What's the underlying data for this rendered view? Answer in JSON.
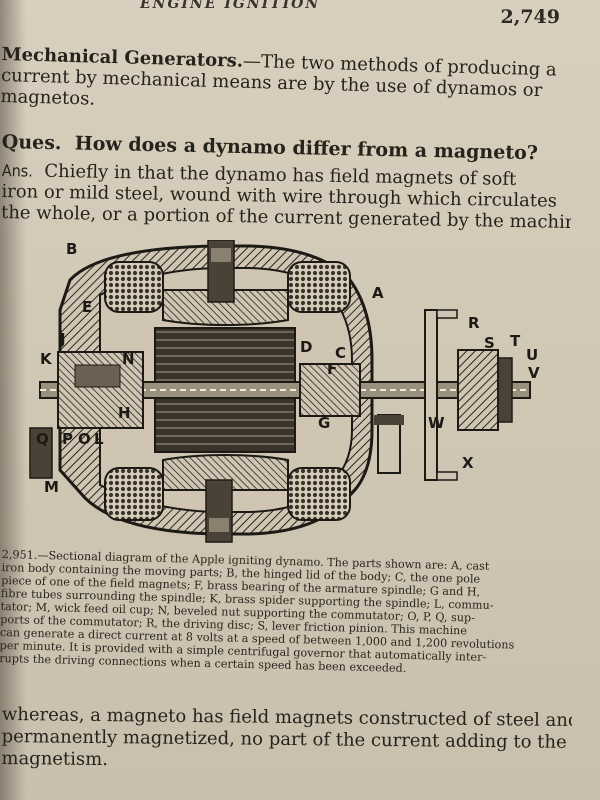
{
  "running_head": "ENGINE IGNITION",
  "page_number": "2,749",
  "section_title": "Mechanical Generators.",
  "paragraph1_lines": [
    "—The two methods of producing a",
    "current by mechanical means are by the use of dynamos or",
    "magnetos."
  ],
  "question_label": "Ques.",
  "question_text": "How does a dynamo differ from a magneto?",
  "answer_label": "Ans.",
  "answer_lines": [
    "Chiefly in that the dynamo has field magnets of soft",
    "iron or mild steel, wound with wire through which circulates",
    "the whole, or a portion of the current generated by the machine;"
  ],
  "diagram_labels": {
    "A": "A",
    "B": "B",
    "C": "C",
    "D": "D",
    "E": "E",
    "F": "F",
    "G": "G",
    "H": "H",
    "J": "J",
    "K": "K",
    "L": "L",
    "M": "M",
    "N": "N",
    "O": "O",
    "P": "P",
    "Q": "Q",
    "R": "R",
    "S": "S",
    "T": "T",
    "U": "U",
    "V": "V",
    "W": "W",
    "X": "X"
  },
  "caption_lines": [
    "2,951.—Sectional diagram of the Apple igniting dynamo.  The parts shown are: A, cast",
    "iron body containing the moving parts; B, the hinged lid of the body; C, the one pole",
    "piece of one of the field magnets; F, brass bearing of the armature spindle; G and H,",
    "fibre tubes surrounding the spindle; K, brass spider supporting the spindle; L, commu-",
    "tator; M, wick feed oil cup; N, beveled nut supporting the commutator; O, P, Q, sup-",
    "ports of the commutator; R, the driving disc; S, lever friction pinion.  This machine",
    "can generate a direct current at 8 volts at a speed of between 1,000 and 1,200 revolutions",
    "per minute.  It is provided with a simple centrifugal governor that automatically inter-",
    "rupts the driving connections when a certain speed has been exceeded."
  ],
  "paragraph2_lines": [
    "whereas, a magneto has field magnets constructed of steel and",
    "permanently magnetized, no part of the current adding to the",
    "magnetism."
  ]
}
